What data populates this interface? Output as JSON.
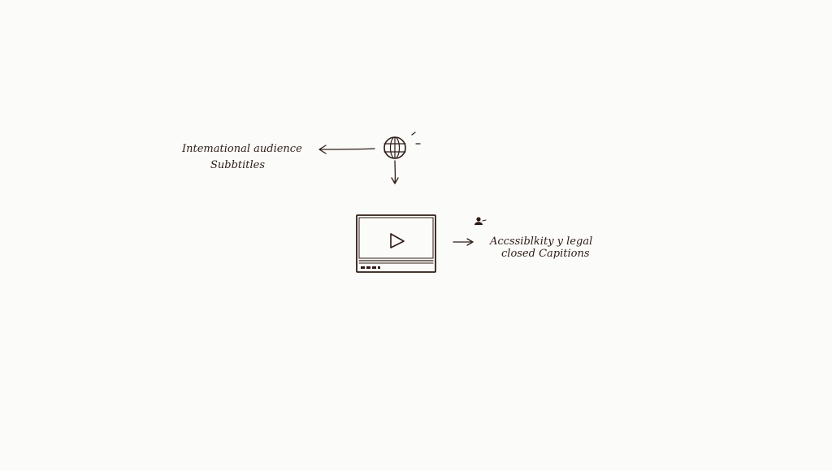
{
  "diagram": {
    "left_label": {
      "line1": "Intemational audience",
      "line2": "Subbtitles"
    },
    "right_label": {
      "line1": "Accssiblkity y legal",
      "line2": "closed  Capitions"
    },
    "icons": {
      "top": "globe-icon",
      "center": "video-player-icon",
      "small": "person-icon"
    },
    "ink_color": "#2e1c14",
    "background_color": "#fbfbfa"
  }
}
